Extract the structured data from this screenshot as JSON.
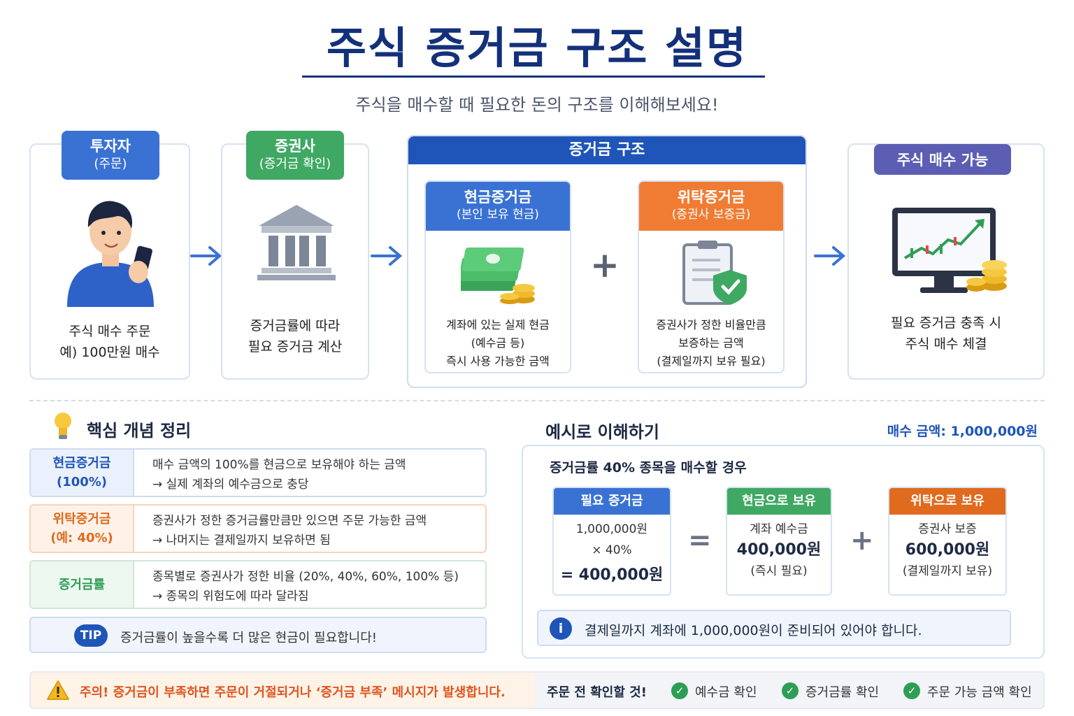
{
  "title": "주식 증거금 구조 설명",
  "subtitle": "주식을 매수할 때 필요한 돈의 구조를 이해해보세요!",
  "flow": {
    "investor": {
      "title": "투자자",
      "sub": "(주문)",
      "line1": "주식 매수 주문",
      "line2": "예) 100만원 매수",
      "color": "#3a72d4"
    },
    "broker": {
      "title": "증권사",
      "sub": "(증거금 확인)",
      "line1": "증거금률에 따라",
      "line2": "필요 증거금 계산",
      "color": "#3fa863"
    },
    "structure": {
      "title": "증거금 구조",
      "color": "#1f55b8",
      "cash": {
        "title": "현금증거금",
        "sub": "(본인 보유 현금)",
        "line1": "계좌에 있는 실제 현금",
        "line2": "(예수금 등)",
        "line3": "즉시 사용 가능한 금액",
        "color": "#3a72d4"
      },
      "plus": "+",
      "trust": {
        "title": "위탁증거금",
        "sub": "(증권사 보증금)",
        "line1": "증권사가 정한 비율만큼",
        "line2": "보증하는 금액",
        "line3": "(결제일까지 보유 필요)",
        "color": "#f07c34"
      }
    },
    "buy": {
      "title": "주식 매수 가능",
      "line1": "필요 증거금 충족 시",
      "line2": "주식 매수 체결",
      "color": "#5b5eb3"
    }
  },
  "concepts": {
    "title": "핵심 개념 정리",
    "items": [
      {
        "label1": "현금증거금",
        "label2": "(100%)",
        "desc1": "매수 금액의 100%를 현금으로 보유해야 하는 금액",
        "desc2": "→ 실제 계좌의 예수금으로 충당"
      },
      {
        "label1": "위탁증거금",
        "label2": "(예: 40%)",
        "desc1": "증권사가 정한 증거금률만큼만 있으면 주문 가능한 금액",
        "desc2": "→ 나머지는 결제일까지 보유하면 됨"
      },
      {
        "label1": "증거금률",
        "desc1": "종목별로 증권사가 정한 비율 (20%, 40%, 60%, 100% 등)",
        "desc2": "→ 종목의 위험도에 따라 달라짐"
      }
    ],
    "tip_badge": "TIP",
    "tip_text": "증거금률이 높을수록 더 많은 현금이 필요합니다!"
  },
  "example": {
    "title": "예시로 이해하기",
    "amount": "매수 금액: 1,000,000원",
    "scenario": "증거금률 40% 종목을 매수할 경우",
    "required": {
      "title": "필요 증거금",
      "line1": "1,000,000원",
      "line2": "× 40%",
      "result": "= 400,000원"
    },
    "eq": "=",
    "cash": {
      "title": "현금으로 보유",
      "line1": "계좌 예수금",
      "value": "400,000원",
      "line3": "(즉시 필요)"
    },
    "plus": "+",
    "trust": {
      "title": "위탁으로 보유",
      "line1": "증권사 보증",
      "value": "600,000원",
      "line3": "(결제일까지 보유)"
    },
    "info_icon": "i",
    "info": "결제일까지 계좌에 1,000,000원이 준비되어 있어야 합니다."
  },
  "warning": {
    "icon": "!",
    "text": "주의! 증거금이 부족하면 주문이 거절되거나 ‘증거금 부족’ 메시지가 발생합니다.",
    "checklist_title": "주문 전 확인할 것!",
    "checks": [
      "예수금 확인",
      "증거금률 확인",
      "주문 가능 금액 확인"
    ],
    "check_mark": "✓"
  }
}
